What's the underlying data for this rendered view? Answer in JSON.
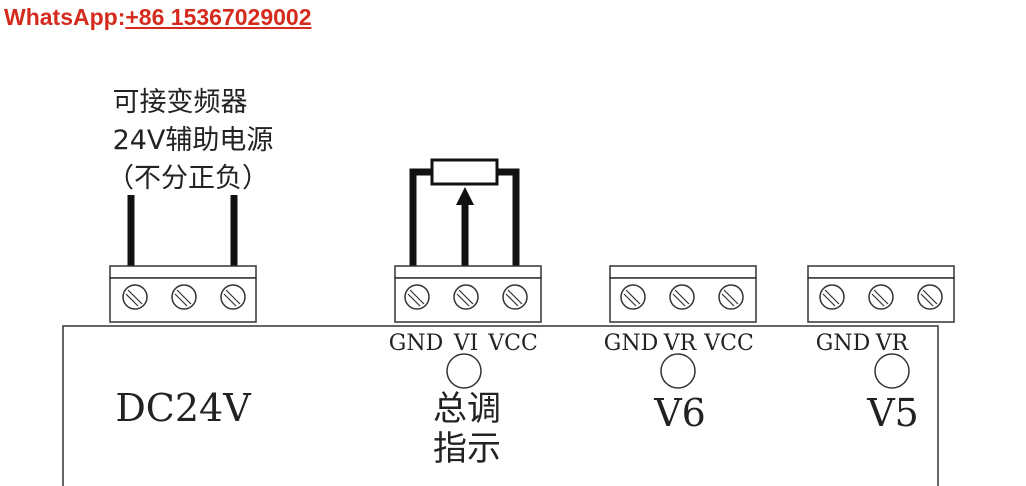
{
  "header": {
    "label": "WhatsApp:",
    "phone": "+86 15367029002",
    "color": "#d52b1e"
  },
  "aux_power": {
    "lines": [
      "可接变频器",
      "24V辅助电源",
      "（不分正负）"
    ]
  },
  "terminals": {
    "vi": {
      "pins": [
        "GND",
        "VI",
        "VCC"
      ],
      "label": [
        "总调",
        "指示"
      ]
    },
    "v6": {
      "pins": [
        "GND",
        "VR",
        "VCC"
      ],
      "label": "V6"
    },
    "v5": {
      "pins": [
        "GND",
        "VR"
      ],
      "label": "V5"
    }
  },
  "board": {
    "power_label": "DC24V"
  },
  "icons": {
    "screw": "screw-terminal-icon",
    "potentiometer": "potentiometer-icon",
    "led": "indicator-led-icon"
  }
}
